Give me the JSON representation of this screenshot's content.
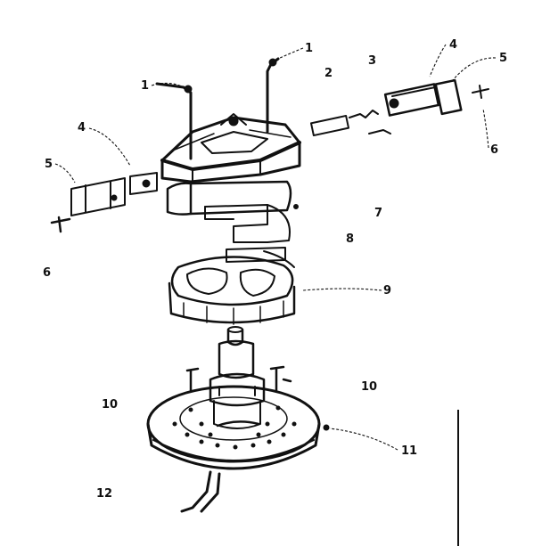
{
  "diagram": {
    "callouts": [
      {
        "id": "c1a",
        "text": "1"
      },
      {
        "id": "c1b",
        "text": "1"
      },
      {
        "id": "c2",
        "text": "2"
      },
      {
        "id": "c3",
        "text": "3"
      },
      {
        "id": "c4a",
        "text": "4"
      },
      {
        "id": "c4b",
        "text": "4"
      },
      {
        "id": "c5a",
        "text": "5"
      },
      {
        "id": "c5b",
        "text": "5"
      },
      {
        "id": "c6a",
        "text": "6"
      },
      {
        "id": "c6b",
        "text": "6"
      },
      {
        "id": "c7",
        "text": "7"
      },
      {
        "id": "c8",
        "text": "8"
      },
      {
        "id": "c9",
        "text": "9"
      },
      {
        "id": "c10a",
        "text": "10"
      },
      {
        "id": "c10b",
        "text": "10"
      },
      {
        "id": "c11",
        "text": "11"
      },
      {
        "id": "c12",
        "text": "12"
      }
    ]
  }
}
